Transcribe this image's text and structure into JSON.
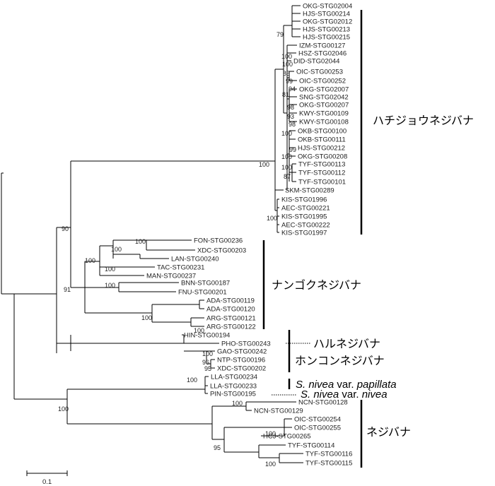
{
  "tips": [
    "OKG-STG02004",
    "HJS-STG00214",
    "OKG-STG02012",
    "HJS-STG00213",
    "HJS-STG00215",
    "IZM-STG00127",
    "HSZ-STG02046",
    "DID-STG02044",
    "OIC-STG00253",
    "OIC-STG00252",
    "OKG-STG02007",
    "SNG-STG02042",
    "OKG-STG00207",
    "KWY-STG00109",
    "KWY-STG00108",
    "OKB-STG00100",
    "OKB-STG00111",
    "HJS-STG00212",
    "OKG-STG00208",
    "TYF-STG00113",
    "TYF-STG00112",
    "TYF-STG00101",
    "SKM-STG00289",
    "KIS-STG01996",
    "AEC-STG00221",
    "KIS-STG01995",
    "AEC-STG00222",
    "KIS-STG01997",
    "FON-STG00236",
    "XDC-STG00203",
    "LAN-STG00240",
    "TAC-STG00231",
    "MAN-STG00237",
    "BNN-STG00187",
    "FNU-STG00201",
    "ADA-STG00119",
    "ADA-STG00120",
    "ARG-STG00121",
    "ARG-STG00122",
    "HIN-STG00194",
    "PHO-STG00243",
    "GAO-STG00242",
    "NTP-STG00196",
    "XDC-STG00202",
    "LLA-STG00234",
    "LLA-STG00233",
    "PIN-STG00195",
    "NCN-STG00128",
    "NCN-STG00129",
    "OIC-STG00254",
    "OIC-STG00255",
    "HCJ-STG00265",
    "TYF-STG00114",
    "TYF-STG00116",
    "TYF-STG00115"
  ],
  "bootstrap": [
    "79",
    "100",
    "100",
    "99",
    "85",
    "81",
    "94",
    "98",
    "93",
    "98",
    "100",
    "99",
    "100",
    "87",
    "100",
    "100",
    "100",
    "90",
    "100",
    "100",
    "100",
    "100",
    "91",
    "100",
    "100",
    "100",
    "100",
    "96",
    "95",
    "100",
    "100",
    "100",
    "100",
    "95",
    "100"
  ],
  "groups": {
    "hachijo": "ハチジョウネジバナ",
    "nangoku": "ナンゴクネジバナ",
    "haru": "ハルネジバナ",
    "honkon": "ホンコンネジバナ",
    "papillata_species": "S. nivea",
    "papillata_variety": " var. ",
    "papillata_name": "papillata",
    "nivea_species": "S. nivea",
    "nivea_variety": " var. ",
    "nivea_name": "nivea",
    "nejibana": "ネジバナ"
  },
  "scale_bar": "0.1"
}
